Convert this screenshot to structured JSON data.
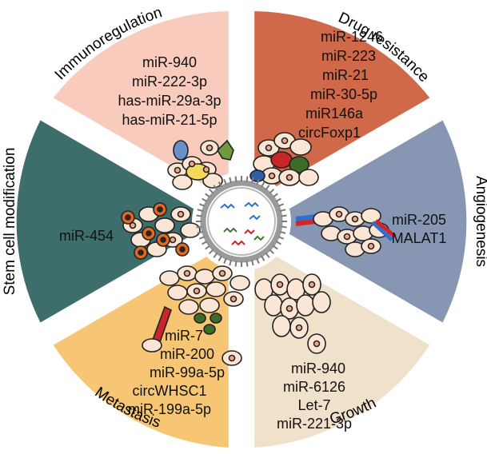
{
  "segments": [
    {
      "heading": "Immunoregulation",
      "color": "#f8cbbd",
      "items": [
        "miR-940",
        "miR-222-3p",
        "has-miR-29a-3p",
        "has-miR-21-5p"
      ]
    },
    {
      "heading": "Drug resistance",
      "color": "#d0694a",
      "items": [
        "miR-1246",
        "miR-223",
        "miR-21",
        "miR-30-5p",
        "miR146a",
        "circFoxp1"
      ]
    },
    {
      "heading": "Angiogenesis",
      "color": "#8796b3",
      "items": [
        "miR-205",
        "MALAT1"
      ]
    },
    {
      "heading": "Growth",
      "color": "#f0e1cb",
      "items": [
        "miR-940",
        "miR-6126",
        "Let-7",
        "miR-221-3p"
      ]
    },
    {
      "heading": "Metastasis",
      "color": "#f7c675",
      "items": [
        "miR-7",
        "miR-200",
        "miR-99a-5p",
        "circWHSC1",
        "miR-199a-5p"
      ]
    },
    {
      "heading": "Stem cell modification",
      "color": "#3e6e6b",
      "items": [
        "miR-454"
      ]
    }
  ],
  "center": {
    "vesicle_color": "#9a9a9a"
  }
}
